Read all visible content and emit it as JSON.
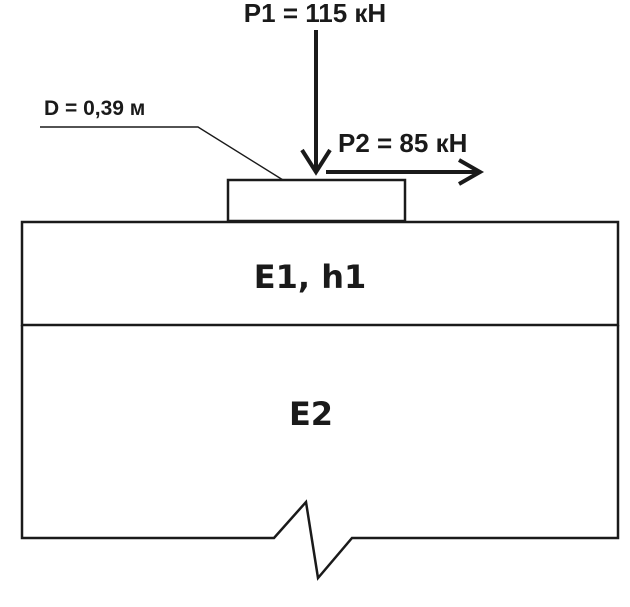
{
  "loads": {
    "p1_label": "P1 = 115 кН",
    "p2_label": "P2 = 85 кН"
  },
  "stamp": {
    "diameter_label": "D = 0,39 м"
  },
  "layers": {
    "upper_label": "E1, h1",
    "lower_label": "E2"
  },
  "colors": {
    "stroke": "#1a1a1a",
    "background": "#ffffff"
  }
}
